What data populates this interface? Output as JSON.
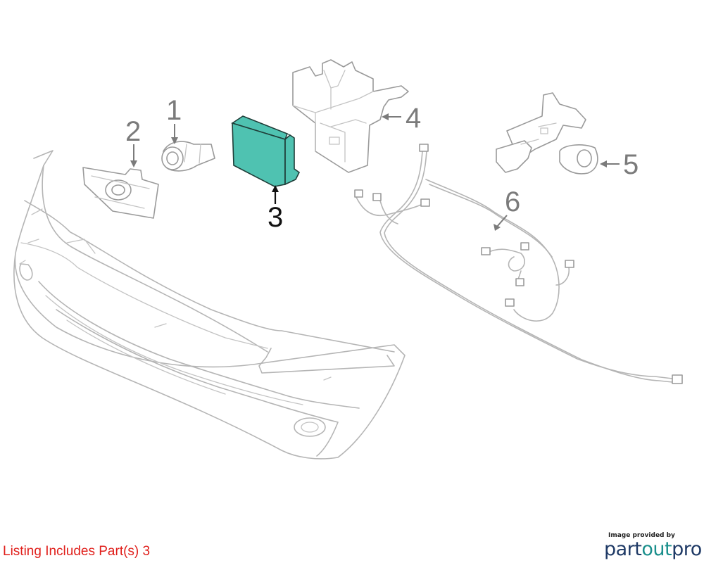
{
  "diagram": {
    "callouts": [
      {
        "id": "1",
        "label": "1",
        "selected": false
      },
      {
        "id": "2",
        "label": "2",
        "selected": false
      },
      {
        "id": "3",
        "label": "3",
        "selected": true
      },
      {
        "id": "4",
        "label": "4",
        "selected": false
      },
      {
        "id": "5",
        "label": "5",
        "selected": false
      },
      {
        "id": "6",
        "label": "6",
        "selected": false
      }
    ],
    "colors": {
      "highlight_fill": "#4fc2b1",
      "highlight_stroke": "#1f3d38",
      "line_art": "#b5b5b5",
      "callout_text": "#7b7b7b",
      "selected_callout_text": "#111111",
      "listing_text": "#e0201c"
    }
  },
  "footer": {
    "listing_note": "Listing Includes Part(s) 3",
    "credit_small": "Image provided by",
    "brand_part1": "part",
    "brand_part2": "out",
    "brand_part3": "pro"
  }
}
